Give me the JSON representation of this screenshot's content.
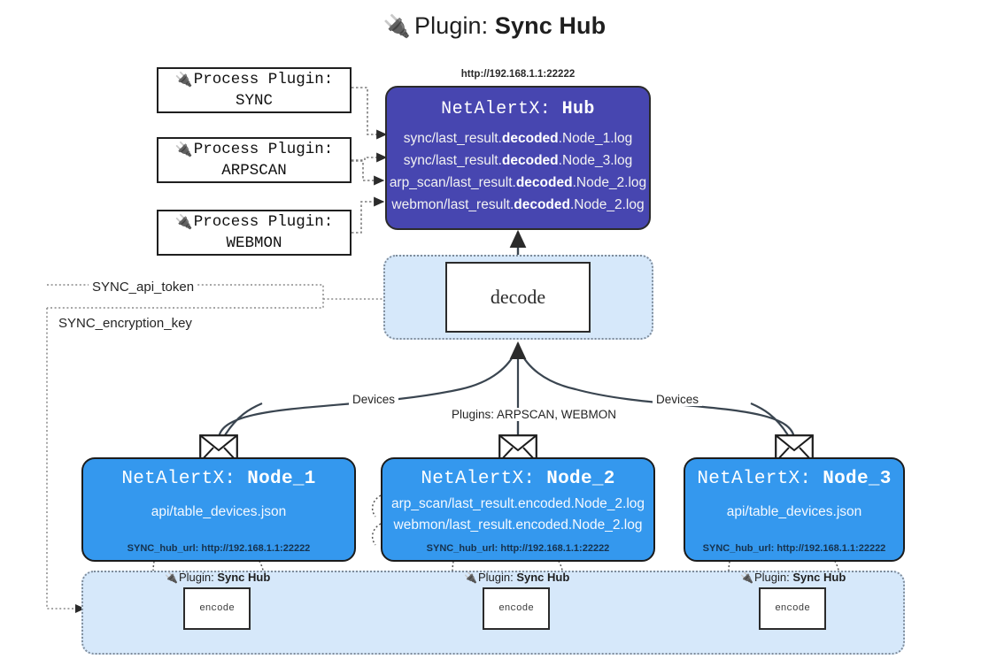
{
  "title": {
    "plug_icon": "plug-icon",
    "prefix": "Plugin:",
    "name": "Sync Hub"
  },
  "process_plugins": [
    {
      "line1": "Process Plugin:",
      "line2": "SYNC"
    },
    {
      "line1": "Process Plugin:",
      "line2": "ARPSCAN"
    },
    {
      "line1": "Process Plugin:",
      "line2": "WEBMON"
    }
  ],
  "hub": {
    "url": "http://192.168.1.1:22222",
    "app": "NetAlertX:",
    "name": "Hub",
    "logs": [
      {
        "pre": "sync/last_result.",
        "mid": "decoded",
        "post": ".Node_1.log"
      },
      {
        "pre": "sync/last_result.",
        "mid": "decoded",
        "post": ".Node_3.log"
      },
      {
        "pre": "arp_scan/last_result.",
        "mid": "decoded",
        "post": ".Node_2.log"
      },
      {
        "pre": "webmon/last_result.",
        "mid": "decoded",
        "post": ".Node_2.log"
      }
    ]
  },
  "decode": {
    "label": "decode"
  },
  "secrets": {
    "api_token": "SYNC_api_token",
    "encryption_key": "SYNC_encryption_key"
  },
  "edges": {
    "devices_left": "Devices",
    "devices_right": "Devices",
    "plugins_center": "Plugins: ARPSCAN, WEBMON"
  },
  "nodes": [
    {
      "app": "NetAlertX:",
      "name": "Node_1",
      "files": [
        "api/table_devices.json"
      ],
      "hub_url_label": "SYNC_hub_url: http://192.168.1.1:22222"
    },
    {
      "app": "NetAlertX:",
      "name": "Node_2",
      "files": [
        "arp_scan/last_result.encoded.Node_2.log",
        "webmon/last_result.encoded.Node_2.log"
      ],
      "hub_url_label": "SYNC_hub_url: http://192.168.1.1:22222"
    },
    {
      "app": "NetAlertX:",
      "name": "Node_3",
      "files": [
        "api/table_devices.json"
      ],
      "hub_url_label": "SYNC_hub_url: http://192.168.1.1:22222"
    }
  ],
  "encoders": [
    {
      "plugin_prefix": "Plugin:",
      "plugin_name": "Sync Hub",
      "label": "encode"
    },
    {
      "plugin_prefix": "Plugin:",
      "plugin_name": "Sync Hub",
      "label": "encode"
    },
    {
      "plugin_prefix": "Plugin:",
      "plugin_name": "Sync Hub",
      "label": "encode"
    }
  ],
  "colors": {
    "hub": "#4746b0",
    "node": "#3498ee",
    "cluster": "#d6e8fa",
    "stroke": "#2b2b2b"
  }
}
